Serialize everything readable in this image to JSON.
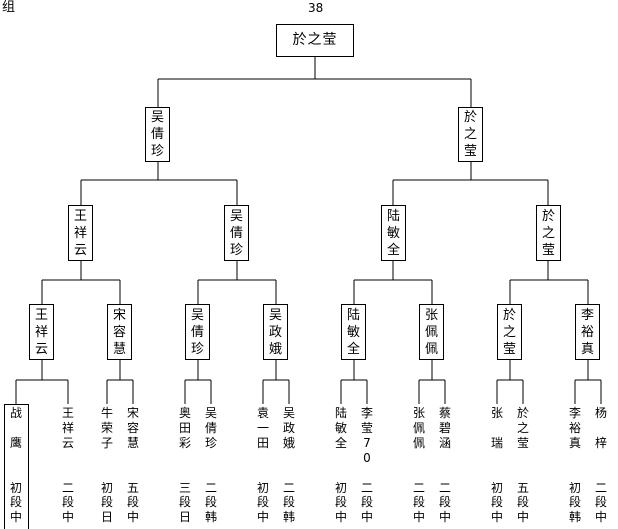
{
  "header": {
    "corner_label": "组",
    "number": "38"
  },
  "champion": "於之莹",
  "finalists": [
    "吴倩珍",
    "於之莹"
  ],
  "semifinalists": [
    "王祥云",
    "吴倩珍",
    "陆敏全",
    "於之莹"
  ],
  "quarterfinalists": [
    "王祥云",
    "宋容慧",
    "吴倩珍",
    "吴政娥",
    "陆敏全",
    "张佩佩",
    "於之莹",
    "李裕真"
  ],
  "entrants": [
    {
      "name": "战鹰",
      "rank": "初段",
      "city": "中"
    },
    {
      "name": "王祥云",
      "rank": "二段",
      "city": "中"
    },
    {
      "name": "牛荣子",
      "rank": "初段",
      "city": "日"
    },
    {
      "name": "宋容慧",
      "rank": "五段",
      "city": "中"
    },
    {
      "name": "奥田彩",
      "rank": "三段",
      "city": "日"
    },
    {
      "name": "吴倩珍",
      "rank": "二段",
      "city": "韩"
    },
    {
      "name": "袁一田",
      "rank": "初段",
      "city": "中"
    },
    {
      "name": "吴政娥",
      "rank": "二段",
      "city": "韩"
    },
    {
      "name": "陆敏全",
      "rank": "初段",
      "city": "中"
    },
    {
      "name": "李莹70",
      "rank": "二段",
      "city": "中"
    },
    {
      "name": "张佩佩",
      "rank": "二段",
      "city": "中"
    },
    {
      "name": "蔡碧涵",
      "rank": "二段",
      "city": "中"
    },
    {
      "name": "张 瑞",
      "rank": "初段",
      "city": "中"
    },
    {
      "name": "於之莹",
      "rank": "五段",
      "city": "中"
    },
    {
      "name": "李裕真",
      "rank": "初段",
      "city": "韩"
    },
    {
      "name": "杨 梓",
      "rank": "二段",
      "city": "中"
    }
  ]
}
